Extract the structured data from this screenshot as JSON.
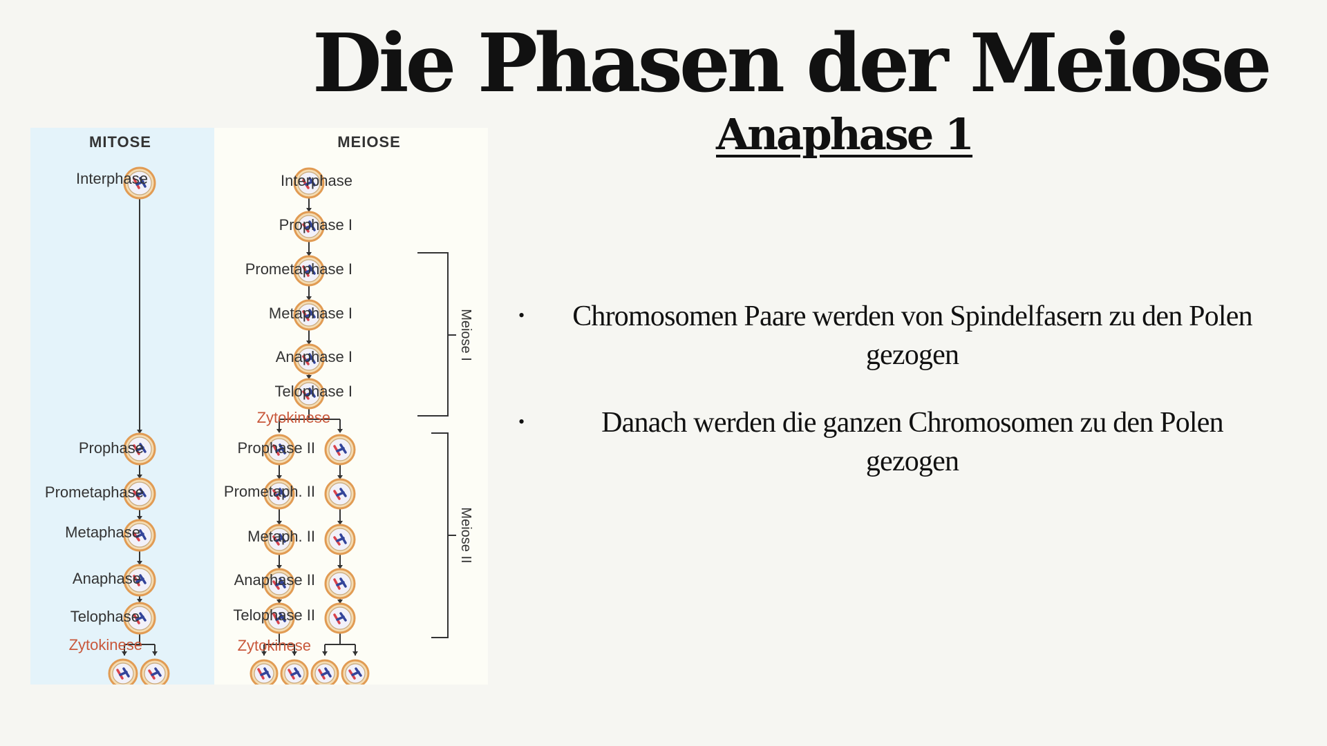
{
  "title": "Die Phasen der Meiose",
  "subtitle": "Anaphase 1",
  "bullets": [
    "Chromosomen Paare werden von Spindelfasern  zu den Polen gezogen",
    "Danach werden die ganzen Chromosomen zu den Polen gezogen"
  ],
  "diagram": {
    "mitose_header": "MITOSE",
    "meiose_header": "MEIOSE",
    "mitose_phases": [
      "Interphase",
      "Prophase",
      "Prometaphase",
      "Metaphase",
      "Anaphase",
      "Telophase"
    ],
    "mitose_zytokinese": "Zytokinese",
    "meiose1_phases": [
      "Interphase",
      "Prophase I",
      "Prometaphase I",
      "Metaphase I",
      "Anaphase I",
      "Telophase I"
    ],
    "meiose1_zytokinese": "Zytokinese",
    "meiose2_phases": [
      "Prophase II",
      "Prometaph. II",
      "Metaph. II",
      "Anaphase II",
      "Telophase II"
    ],
    "meiose2_zytokinese": "Zytokinese",
    "bracket_meiose1": "Meiose I",
    "bracket_meiose2": "Meiose II",
    "colors": {
      "mitose_bg": "#e4f3fa",
      "meiose_bg": "#fdfdf6",
      "zytokinese_text": "#c8573a"
    }
  }
}
